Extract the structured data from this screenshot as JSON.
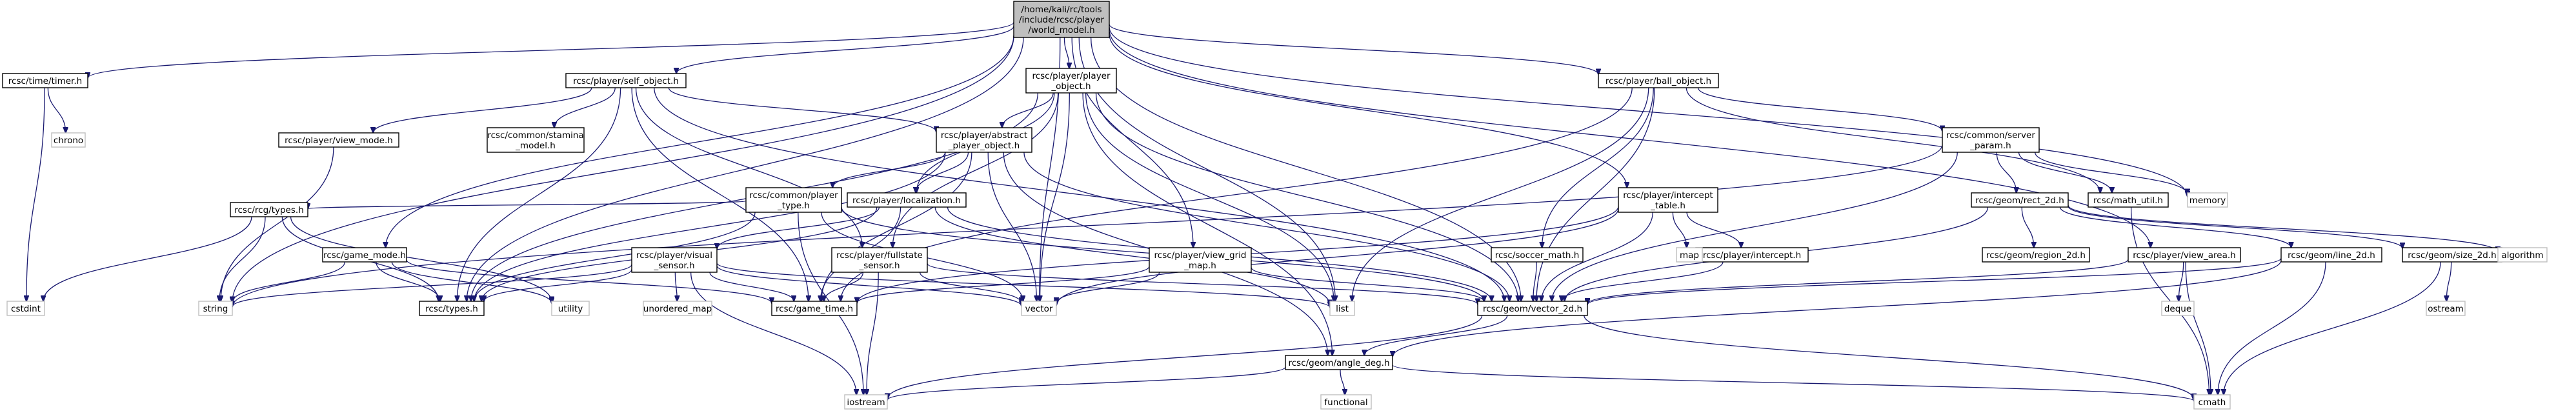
{
  "graph": {
    "nodes": [
      {
        "id": "root",
        "kind": "root",
        "lines": [
          "/home/kali/rc/tools",
          "/include/rcsc/player",
          "/world_model.h"
        ]
      },
      {
        "id": "timer",
        "kind": "box",
        "lines": [
          "rcsc/time/timer.h"
        ]
      },
      {
        "id": "chrono",
        "kind": "plain",
        "lines": [
          "chrono"
        ]
      },
      {
        "id": "cstdint",
        "kind": "plain",
        "lines": [
          "cstdint"
        ]
      },
      {
        "id": "self_object",
        "kind": "box",
        "lines": [
          "rcsc/player/self_object.h"
        ]
      },
      {
        "id": "view_mode",
        "kind": "box",
        "lines": [
          "rcsc/player/view_mode.h"
        ]
      },
      {
        "id": "stamina_model",
        "kind": "box",
        "lines": [
          "rcsc/common/stamina",
          "_model.h"
        ]
      },
      {
        "id": "player_object",
        "kind": "box",
        "lines": [
          "rcsc/player/player",
          "_object.h"
        ]
      },
      {
        "id": "abstract_player",
        "kind": "box",
        "lines": [
          "rcsc/player/abstract",
          "_player_object.h"
        ]
      },
      {
        "id": "player_type",
        "kind": "box",
        "lines": [
          "rcsc/common/player",
          "_type.h"
        ]
      },
      {
        "id": "localization",
        "kind": "box",
        "lines": [
          "rcsc/player/localization.h"
        ]
      },
      {
        "id": "rcg_types",
        "kind": "box",
        "lines": [
          "rcsc/rcg/types.h"
        ]
      },
      {
        "id": "game_mode",
        "kind": "box",
        "lines": [
          "rcsc/game_mode.h"
        ]
      },
      {
        "id": "visual_sensor",
        "kind": "box",
        "lines": [
          "rcsc/player/visual",
          "_sensor.h"
        ]
      },
      {
        "id": "fullstate_sensor",
        "kind": "box",
        "lines": [
          "rcsc/player/fullstate",
          "_sensor.h"
        ]
      },
      {
        "id": "view_grid_map",
        "kind": "box",
        "lines": [
          "rcsc/player/view_grid",
          "_map.h"
        ]
      },
      {
        "id": "ball_object",
        "kind": "box",
        "lines": [
          "rcsc/player/ball_object.h"
        ]
      },
      {
        "id": "server_param",
        "kind": "box",
        "lines": [
          "rcsc/common/server",
          "_param.h"
        ]
      },
      {
        "id": "intercept_table",
        "kind": "box",
        "lines": [
          "rcsc/player/intercept",
          "_table.h"
        ]
      },
      {
        "id": "soccer_math",
        "kind": "box",
        "lines": [
          "rcsc/soccer_math.h"
        ]
      },
      {
        "id": "intercept",
        "kind": "box",
        "lines": [
          "rcsc/player/intercept.h"
        ]
      },
      {
        "id": "rect_2d",
        "kind": "box",
        "lines": [
          "rcsc/geom/rect_2d.h"
        ]
      },
      {
        "id": "math_util",
        "kind": "box",
        "lines": [
          "rcsc/math_util.h"
        ]
      },
      {
        "id": "memory",
        "kind": "plain",
        "lines": [
          "memory"
        ]
      },
      {
        "id": "map",
        "kind": "plain",
        "lines": [
          "map"
        ]
      },
      {
        "id": "region_2d",
        "kind": "box",
        "lines": [
          "rcsc/geom/region_2d.h"
        ]
      },
      {
        "id": "view_area",
        "kind": "box",
        "lines": [
          "rcsc/player/view_area.h"
        ]
      },
      {
        "id": "line_2d",
        "kind": "box",
        "lines": [
          "rcsc/geom/line_2d.h"
        ]
      },
      {
        "id": "size_2d",
        "kind": "box",
        "lines": [
          "rcsc/geom/size_2d.h"
        ]
      },
      {
        "id": "algorithm",
        "kind": "plain",
        "lines": [
          "algorithm"
        ]
      },
      {
        "id": "deque",
        "kind": "plain",
        "lines": [
          "deque"
        ]
      },
      {
        "id": "ostream",
        "kind": "plain",
        "lines": [
          "ostream"
        ]
      },
      {
        "id": "string",
        "kind": "plain",
        "lines": [
          "string"
        ]
      },
      {
        "id": "types",
        "kind": "box",
        "lines": [
          "rcsc/types.h"
        ]
      },
      {
        "id": "utility",
        "kind": "plain",
        "lines": [
          "utility"
        ]
      },
      {
        "id": "unordered_map",
        "kind": "plain",
        "lines": [
          "unordered_map"
        ]
      },
      {
        "id": "game_time",
        "kind": "box",
        "lines": [
          "rcsc/game_time.h"
        ]
      },
      {
        "id": "vector",
        "kind": "plain",
        "lines": [
          "vector"
        ]
      },
      {
        "id": "list",
        "kind": "plain",
        "lines": [
          "list"
        ]
      },
      {
        "id": "vector_2d",
        "kind": "box",
        "lines": [
          "rcsc/geom/vector_2d.h"
        ]
      },
      {
        "id": "angle_deg",
        "kind": "box",
        "lines": [
          "rcsc/geom/angle_deg.h"
        ]
      },
      {
        "id": "functional",
        "kind": "plain",
        "lines": [
          "functional"
        ]
      },
      {
        "id": "iostream",
        "kind": "plain",
        "lines": [
          "iostream"
        ]
      },
      {
        "id": "cmath",
        "kind": "plain",
        "lines": [
          "cmath"
        ]
      }
    ],
    "edges": [
      [
        "root",
        "timer"
      ],
      [
        "root",
        "self_object"
      ],
      [
        "root",
        "player_object"
      ],
      [
        "root",
        "ball_object"
      ],
      [
        "root",
        "string"
      ],
      [
        "root",
        "types"
      ],
      [
        "root",
        "game_mode"
      ],
      [
        "root",
        "vector"
      ],
      [
        "root",
        "view_grid_map"
      ],
      [
        "root",
        "intercept_table"
      ],
      [
        "root",
        "memory"
      ],
      [
        "root",
        "view_area"
      ],
      [
        "root",
        "vector_2d"
      ],
      [
        "root",
        "list"
      ],
      [
        "timer",
        "chrono"
      ],
      [
        "timer",
        "cstdint"
      ],
      [
        "self_object",
        "view_mode"
      ],
      [
        "self_object",
        "stamina_model"
      ],
      [
        "self_object",
        "abstract_player"
      ],
      [
        "self_object",
        "types"
      ],
      [
        "self_object",
        "game_time"
      ],
      [
        "self_object",
        "vector_2d"
      ],
      [
        "self_object",
        "fullstate_sensor"
      ],
      [
        "player_object",
        "abstract_player"
      ],
      [
        "player_object",
        "localization"
      ],
      [
        "player_object",
        "fullstate_sensor"
      ],
      [
        "player_object",
        "types"
      ],
      [
        "player_object",
        "vector"
      ],
      [
        "player_object",
        "list"
      ],
      [
        "player_object",
        "vector_2d"
      ],
      [
        "player_object",
        "angle_deg"
      ],
      [
        "abstract_player",
        "player_type"
      ],
      [
        "abstract_player",
        "localization"
      ],
      [
        "abstract_player",
        "types"
      ],
      [
        "abstract_player",
        "game_time"
      ],
      [
        "abstract_player",
        "vector"
      ],
      [
        "abstract_player",
        "vector_2d"
      ],
      [
        "abstract_player",
        "angle_deg"
      ],
      [
        "view_mode",
        "string"
      ],
      [
        "player_type",
        "rcg_types"
      ],
      [
        "player_type",
        "types"
      ],
      [
        "player_type",
        "vector_2d"
      ],
      [
        "player_type",
        "vector"
      ],
      [
        "player_type",
        "iostream"
      ],
      [
        "localization",
        "visual_sensor"
      ],
      [
        "localization",
        "game_time"
      ],
      [
        "localization",
        "types"
      ],
      [
        "localization",
        "vector_2d"
      ],
      [
        "localization",
        "list"
      ],
      [
        "rcg_types",
        "cstdint"
      ],
      [
        "rcg_types",
        "string"
      ],
      [
        "rcg_types",
        "types"
      ],
      [
        "rcg_types",
        "utility"
      ],
      [
        "game_mode",
        "types"
      ],
      [
        "game_mode",
        "game_time"
      ],
      [
        "game_mode",
        "string"
      ],
      [
        "game_mode",
        "utility"
      ],
      [
        "visual_sensor",
        "types"
      ],
      [
        "visual_sensor",
        "game_time"
      ],
      [
        "visual_sensor",
        "string"
      ],
      [
        "visual_sensor",
        "unordered_map"
      ],
      [
        "visual_sensor",
        "vector"
      ],
      [
        "visual_sensor",
        "iostream"
      ],
      [
        "visual_sensor",
        "list"
      ],
      [
        "fullstate_sensor",
        "game_time"
      ],
      [
        "fullstate_sensor",
        "vector"
      ],
      [
        "fullstate_sensor",
        "vector_2d"
      ],
      [
        "fullstate_sensor",
        "iostream"
      ],
      [
        "view_grid_map",
        "vector"
      ],
      [
        "view_grid_map",
        "vector_2d"
      ],
      [
        "view_grid_map",
        "game_time"
      ],
      [
        "ball_object",
        "server_param"
      ],
      [
        "ball_object",
        "soccer_math"
      ],
      [
        "ball_object",
        "math_util"
      ],
      [
        "ball_object",
        "vector_2d"
      ],
      [
        "ball_object",
        "list"
      ],
      [
        "ball_object",
        "game_time"
      ],
      [
        "server_param",
        "rect_2d"
      ],
      [
        "server_param",
        "math_util"
      ],
      [
        "server_param",
        "memory"
      ],
      [
        "server_param",
        "vector_2d"
      ],
      [
        "server_param",
        "string"
      ],
      [
        "intercept_table",
        "intercept"
      ],
      [
        "intercept_table",
        "map"
      ],
      [
        "intercept_table",
        "vector_2d"
      ],
      [
        "intercept_table",
        "game_time"
      ],
      [
        "intercept_table",
        "vector"
      ],
      [
        "soccer_math",
        "vector_2d"
      ],
      [
        "intercept",
        "vector_2d"
      ],
      [
        "rect_2d",
        "region_2d"
      ],
      [
        "rect_2d",
        "line_2d"
      ],
      [
        "rect_2d",
        "size_2d"
      ],
      [
        "rect_2d",
        "vector_2d"
      ],
      [
        "rect_2d",
        "algorithm"
      ],
      [
        "math_util",
        "cmath"
      ],
      [
        "view_area",
        "vector_2d"
      ],
      [
        "view_area",
        "deque"
      ],
      [
        "view_area",
        "cmath"
      ],
      [
        "line_2d",
        "vector_2d"
      ],
      [
        "line_2d",
        "cmath"
      ],
      [
        "line_2d",
        "angle_deg"
      ],
      [
        "size_2d",
        "ostream"
      ],
      [
        "size_2d",
        "cmath"
      ],
      [
        "vector_2d",
        "angle_deg"
      ],
      [
        "vector_2d",
        "cmath"
      ],
      [
        "vector_2d",
        "iostream"
      ],
      [
        "angle_deg",
        "functional"
      ],
      [
        "angle_deg",
        "cmath"
      ],
      [
        "angle_deg",
        "iostream"
      ]
    ]
  }
}
